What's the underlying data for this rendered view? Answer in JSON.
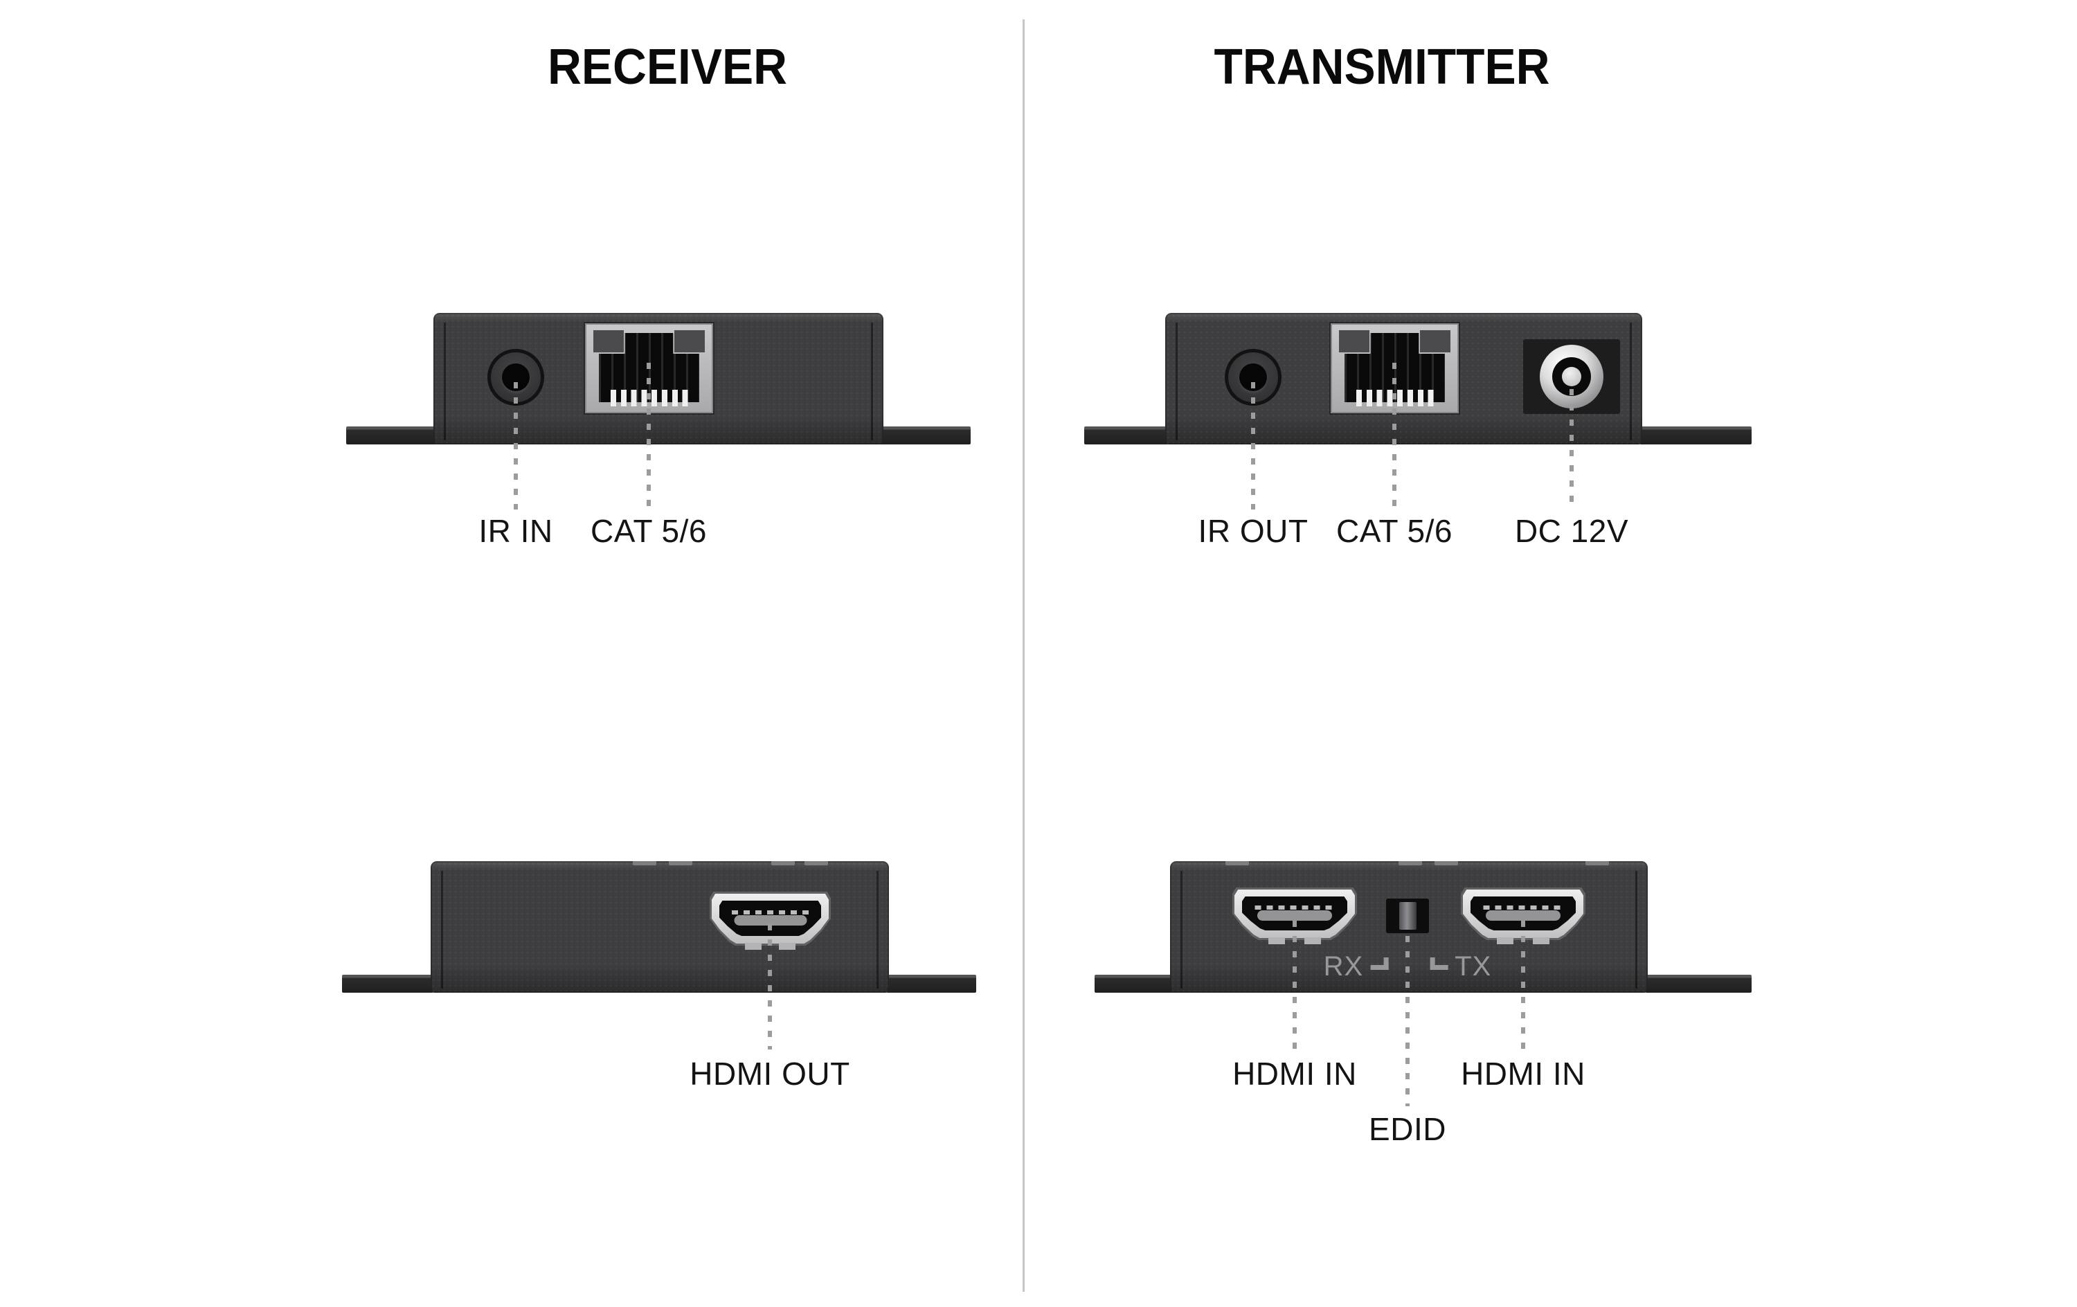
{
  "page": {
    "background": "#ffffff",
    "divider_color": "#c6c6c6",
    "device_body_color": "#3e3e40",
    "label_color": "#141414",
    "leader_dot_color": "#9c9c9c",
    "case_print_color": "#98989a"
  },
  "receiver": {
    "title": "RECEIVER",
    "rear_labels": {
      "ir_in": "IR IN",
      "cat": "CAT 5/6"
    },
    "front_labels": {
      "hdmi_out": "HDMI OUT"
    }
  },
  "transmitter": {
    "title": "TRANSMITTER",
    "rear_labels": {
      "ir_out": "IR OUT",
      "cat": "CAT 5/6",
      "dc": "DC 12V"
    },
    "front_labels": {
      "hdmi_in_left": "HDMI IN",
      "edid": "EDID",
      "hdmi_in_right": "HDMI IN"
    },
    "case_print": {
      "rx": "RX",
      "tx": "TX"
    }
  }
}
